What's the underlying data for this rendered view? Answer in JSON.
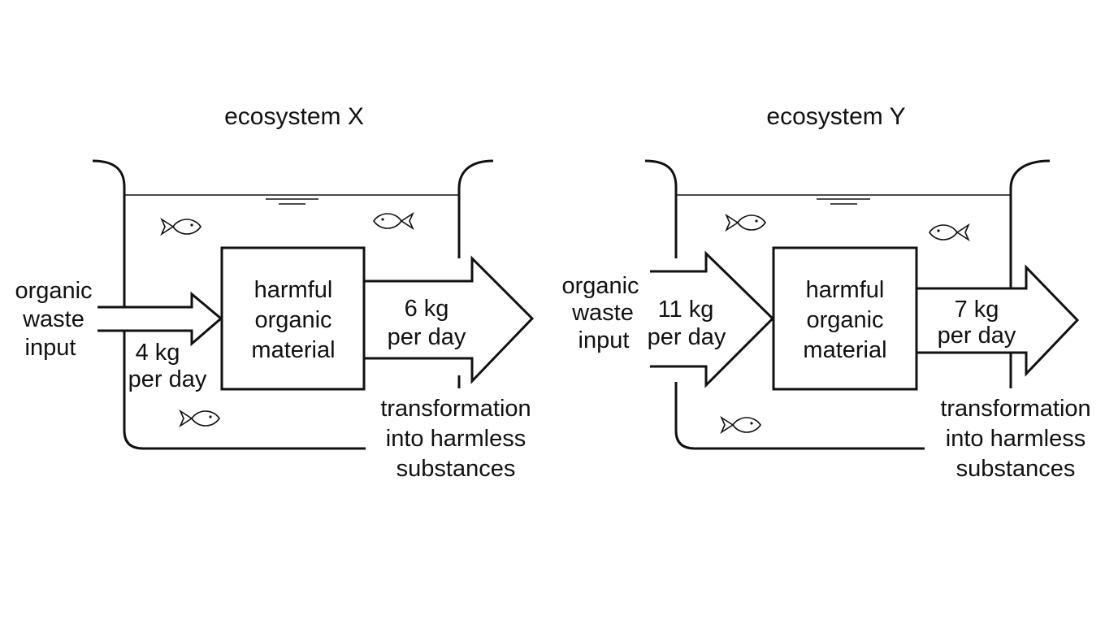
{
  "ecosystems": [
    {
      "title": "ecosystem X",
      "input_label": [
        "organic",
        "waste",
        "input"
      ],
      "input_rate": [
        "4 kg",
        "per day"
      ],
      "box_label": [
        "harmful",
        "organic",
        "material"
      ],
      "output_rate": [
        "6 kg",
        "per day"
      ],
      "output_label": [
        "transformation",
        "into harmless",
        "substances"
      ]
    },
    {
      "title": "ecosystem Y",
      "input_label": [
        "organic",
        "waste",
        "input"
      ],
      "input_rate": [
        "11 kg",
        "per day"
      ],
      "box_label": [
        "harmful",
        "organic",
        "material"
      ],
      "output_rate": [
        "7 kg",
        "per day"
      ],
      "output_label": [
        "transformation",
        "into harmless",
        "substances"
      ]
    }
  ],
  "icons": [
    "fish-icon",
    "water-surface-icon"
  ]
}
